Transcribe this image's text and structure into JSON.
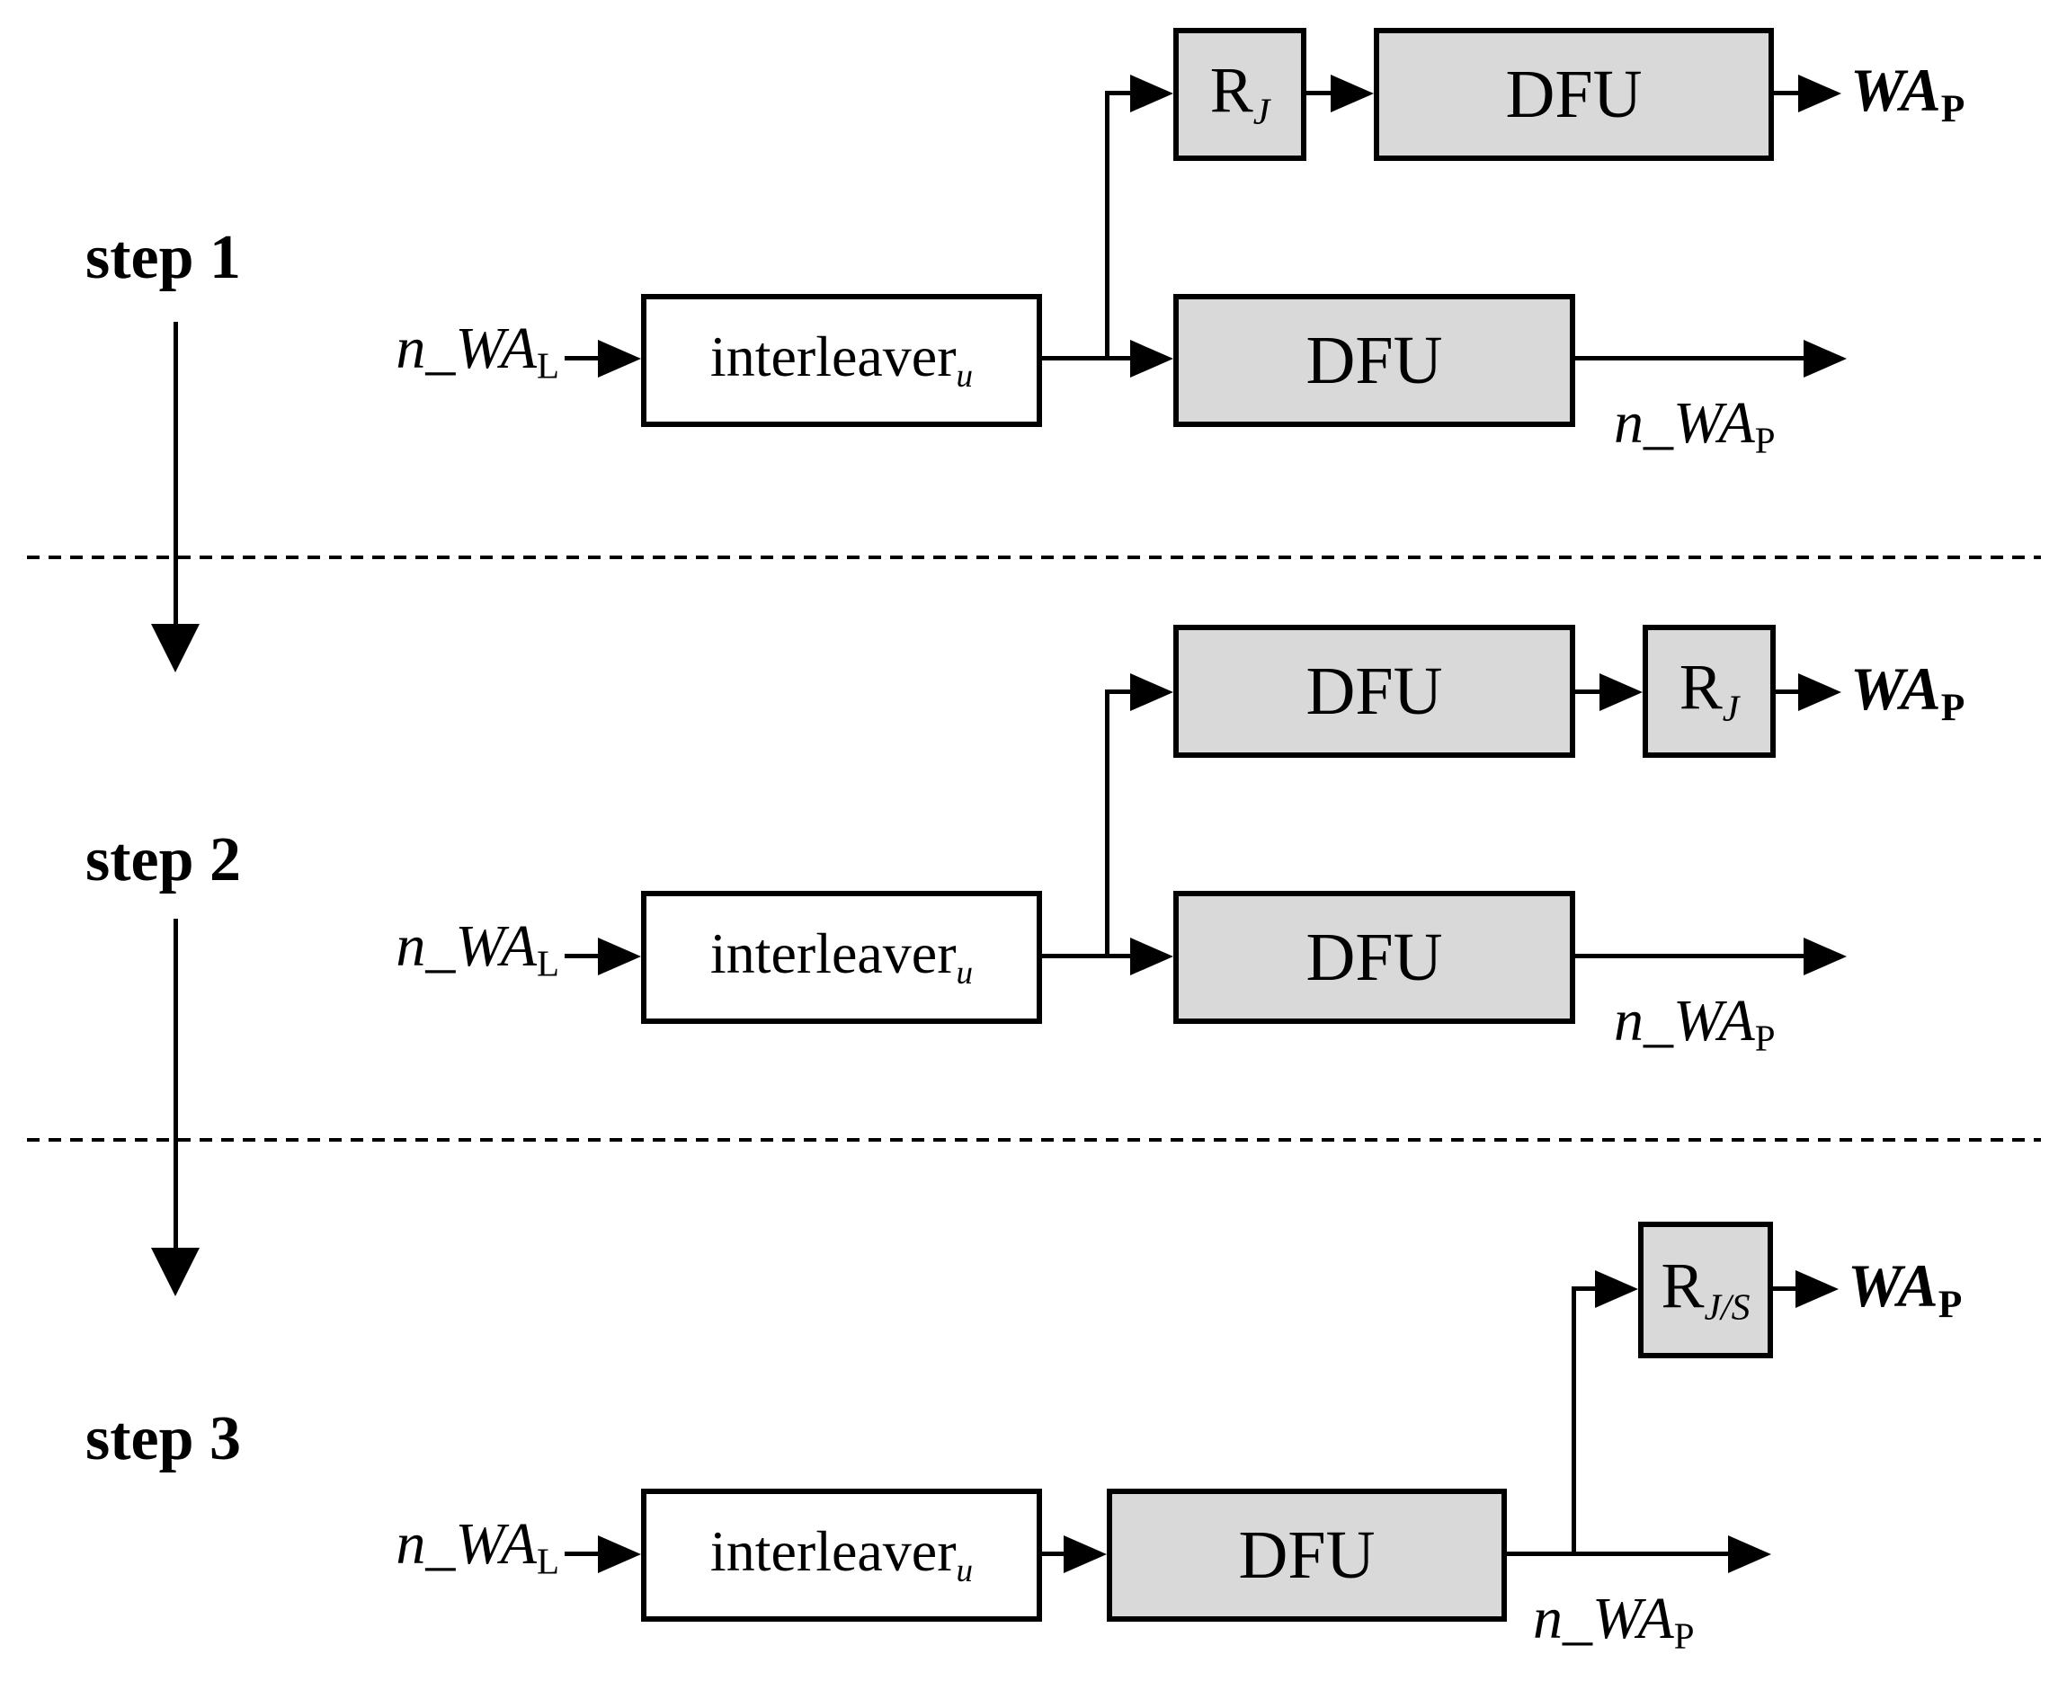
{
  "colors": {
    "background": "#ffffff",
    "box_fill_gray": "#d9d9d9",
    "box_fill_white": "#ffffff",
    "stroke": "#000000",
    "text": "#000000"
  },
  "steps": [
    {
      "label": "step 1",
      "input_signal": {
        "main": "n_WA",
        "sub": "L"
      },
      "interleaver": {
        "main": "interleaver",
        "sub": "u"
      },
      "reorder_block": {
        "main": "R",
        "sub": "J"
      },
      "dfu_top": "DFU",
      "dfu_bottom": "DFU",
      "output_top": {
        "main": "WA",
        "sub": "P"
      },
      "output_bottom": {
        "main": "n_WA",
        "sub": "P"
      }
    },
    {
      "label": "step 2",
      "input_signal": {
        "main": "n_WA",
        "sub": "L"
      },
      "interleaver": {
        "main": "interleaver",
        "sub": "u"
      },
      "reorder_block": {
        "main": "R",
        "sub": "J"
      },
      "dfu_top": "DFU",
      "dfu_bottom": "DFU",
      "output_top": {
        "main": "WA",
        "sub": "P"
      },
      "output_bottom": {
        "main": "n_WA",
        "sub": "P"
      }
    },
    {
      "label": "step 3",
      "input_signal": {
        "main": "n_WA",
        "sub": "L"
      },
      "interleaver": {
        "main": "interleaver",
        "sub": "u"
      },
      "reorder_block": {
        "main": "R",
        "sub": "J/S"
      },
      "dfu": "DFU",
      "output_top": {
        "main": "WA",
        "sub": "P"
      },
      "output_bottom": {
        "main": "n_WA",
        "sub": "P"
      }
    }
  ]
}
